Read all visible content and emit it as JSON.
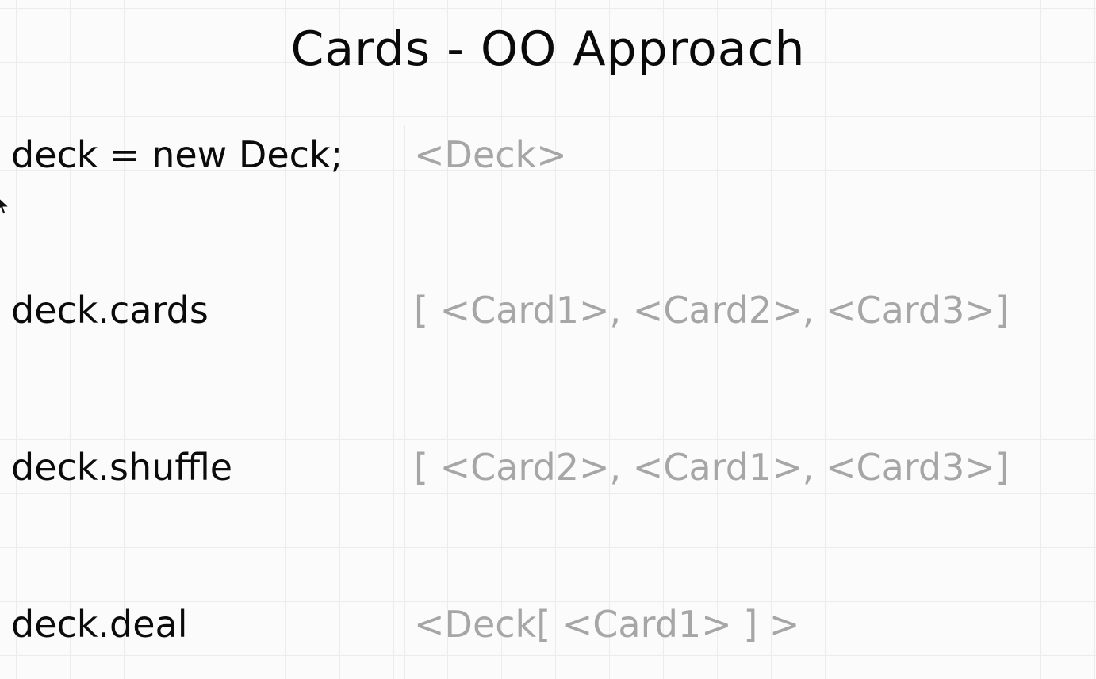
{
  "title": "Cards - OO Approach",
  "rows": [
    {
      "code": "deck = new Deck;",
      "value": "<Deck>"
    },
    {
      "code": "deck.cards",
      "value": "[ <Card1>, <Card2>, <Card3>]"
    },
    {
      "code": "deck.shuffle",
      "value": "[ <Card2>, <Card1>, <Card3>]"
    },
    {
      "code": "deck.deal",
      "value": "<Deck[ <Card1> ] >"
    }
  ],
  "icons": {
    "cursor": "mouse-pointer-icon"
  },
  "colors": {
    "code_text": "#0b0b0b",
    "value_text": "#a6a6a6",
    "grid": "#ececec"
  }
}
